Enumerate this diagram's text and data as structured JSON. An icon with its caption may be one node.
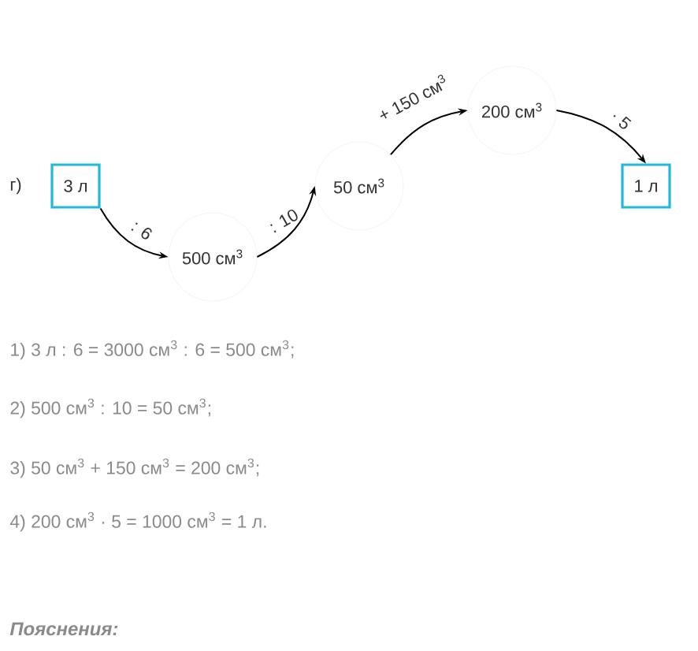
{
  "diagram": {
    "nodes": [
      {
        "text": [
          "3 л"
        ]
      },
      {
        "text": [
          "500 см$^{3}$"
        ]
      },
      {
        "text": [
          "50 см$^{3}$"
        ]
      },
      {
        "text": [
          "200 см$^{3}$"
        ]
      },
      {
        "text": [
          "1 л"
        ]
      }
    ],
    "edges": [
      {
        "from": 0,
        "to": 1,
        "arrow": "to",
        "label": ": 6"
      },
      {
        "from": 1,
        "to": 2,
        "arrow": "to",
        "label": ": 10"
      },
      {
        "from": 2,
        "to": 3,
        "arrow": "to",
        "label": "+ 150 см$^{3}$"
      },
      {
        "from": 3,
        "to": 4,
        "arrow": "to",
        "label": "· 5"
      }
    ],
    "labels": [
      "г)",
      "1) 3 л : 6 = 3000 см$^{3}$ : 6 = 500 см$^{3}$;",
      "2) 500 см$^{3}$ : 10 = 50 см$^{3}$;",
      "3) 50 см$^{3}$ + 150 см$^{3}$ = 200 см$^{3}$;",
      "4) 200 см$^{3}$ · 5 = 1000 см$^{3}$ = 1 л.",
      "Пояснения:"
    ]
  }
}
